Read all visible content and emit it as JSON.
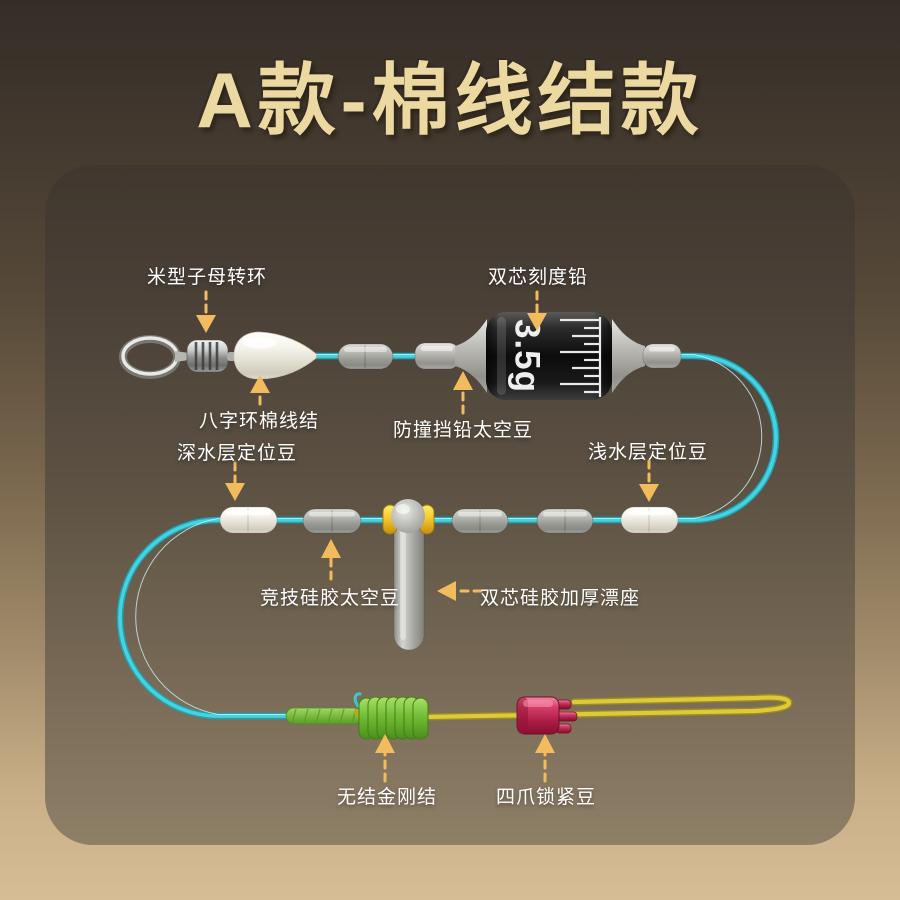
{
  "title": "A款-棉线结款",
  "lead": {
    "weight_label": "3.5g"
  },
  "labels": {
    "swivel": "米型子母转环",
    "scale_lead": "双芯刻度铅",
    "cotton_knot": "八字环棉线结",
    "bumper_bead": "防撞挡铅太空豆",
    "deep_water_bead": "深水层定位豆",
    "shallow_water_bead": "浅水层定位豆",
    "silicone_bead": "竞技硅胶太空豆",
    "float_seat": "双芯硅胶加厚漂座",
    "knotless_knot": "无结金刚结",
    "lock_bead": "四爪锁紧豆"
  },
  "colors": {
    "title_text": "#ecd9a2",
    "label_text": "#ffffff",
    "arrow_accent": "#f2bc5e",
    "main_line_cyan": "#3cc9d6",
    "sub_line_yellow": "#d9c634",
    "knot_green": "#6cc13f",
    "lock_bead_red": "#c02a52",
    "panel_top": "#40372e",
    "panel_bottom": "#8e7f67",
    "background_bottom": "#d6bd95"
  }
}
